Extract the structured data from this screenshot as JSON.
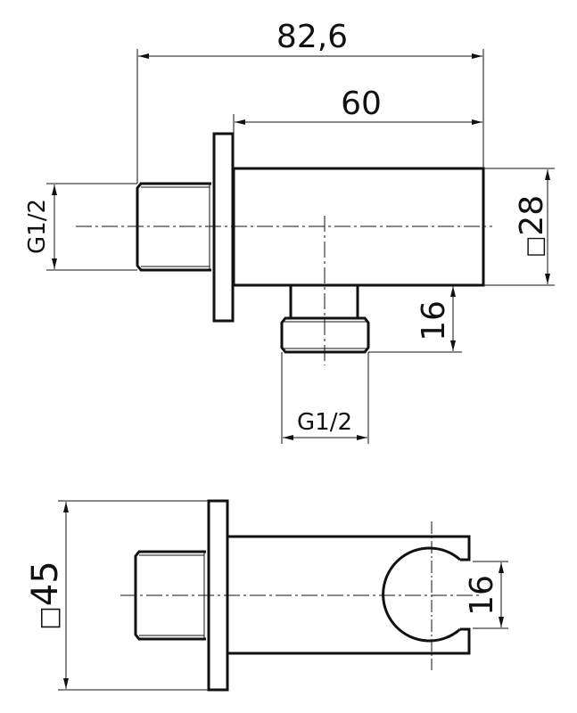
{
  "title": "Wall outlet elbow with shower holder - dimensional drawing",
  "dimensions": {
    "overall_length": "82,6",
    "body_length": "60",
    "body_section": "28",
    "inlet_thread": "G1/2",
    "outlet_thread": "G1/2",
    "outlet_height": "16",
    "flange_size": "45",
    "holder_opening": "16"
  },
  "symbols": {
    "square": "□"
  },
  "colors": {
    "line": "#111111",
    "background": "#ffffff"
  }
}
